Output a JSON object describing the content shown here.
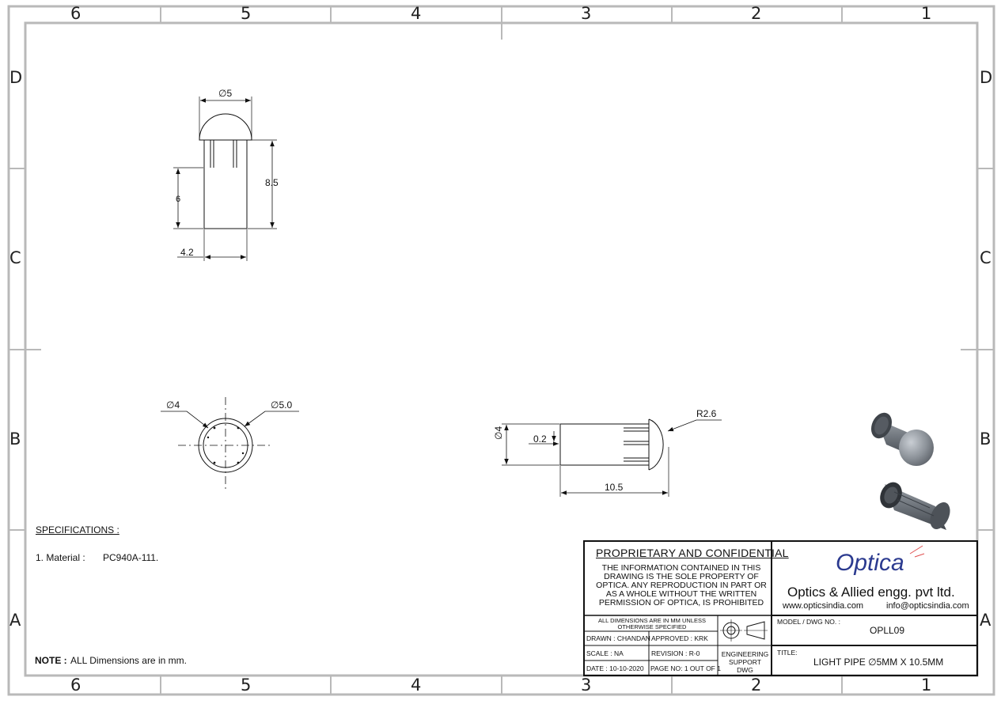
{
  "zones": {
    "top": [
      "6",
      "5",
      "4",
      "3",
      "2",
      "1"
    ],
    "bottom": [
      "6",
      "5",
      "4",
      "3",
      "2",
      "1"
    ],
    "left": [
      "D",
      "C",
      "B",
      "A"
    ],
    "right": [
      "D",
      "C",
      "B",
      "A"
    ]
  },
  "front_view": {
    "dia_top": "∅5",
    "height_total": "8.5",
    "height_body": "6",
    "width_body": "4.2"
  },
  "end_view": {
    "dia_inner": "∅4",
    "dia_outer": "∅5.0"
  },
  "side_view": {
    "radius": "R2.6",
    "dia": "∅4",
    "rib": "0.2",
    "length": "10.5"
  },
  "specifications": {
    "heading": "SPECIFICATIONS :",
    "material_label": "1. Material :",
    "material_value": "PC940A-111."
  },
  "note": {
    "label": "NOTE :",
    "text": "ALL Dimensions are in mm."
  },
  "title_block": {
    "proprietary_title": "PROPRIETARY AND CONFIDENTIAL",
    "proprietary_text": "THE INFORMATION CONTAINED IN THIS DRAWING IS THE SOLE PROPERTY OF OPTICA. ANY REPRODUCTION  IN PART OR AS A WHOLE WITHOUT THE WRITTEN PERMISSION OF OPTICA, IS PROHIBITED",
    "logo_text": "Optica",
    "company_name": "Optics & Allied engg. pvt ltd.",
    "website": "www.opticsindia.com",
    "email": "info@opticsindia.com",
    "units_note": "ALL DIMENSIONS ARE IN MM UNLESS OTHERWISE SPECIFIED",
    "drawn": "DRAWN : CHANDAN",
    "approved": "APPROVED : KRK",
    "scale": "SCALE : NA",
    "revision": "REVISION : R-0",
    "date": "DATE : 10-10-2020",
    "page_no": "PAGE NO: 1 OUT OF 1",
    "support": "ENGINEERING SUPPORT DWG",
    "model_label": "MODEL / DWG NO. :",
    "model_value": "OPLL09",
    "title_label": "TITLE:",
    "title_value": "LIGHT PIPE  ∅5MM X 10.5MM"
  },
  "colors": {
    "frame": "#b9b9b9",
    "line": "#111111",
    "logo": "#2b3a8f",
    "logo_accent": "#e05050",
    "render_body": "#6f757c"
  }
}
